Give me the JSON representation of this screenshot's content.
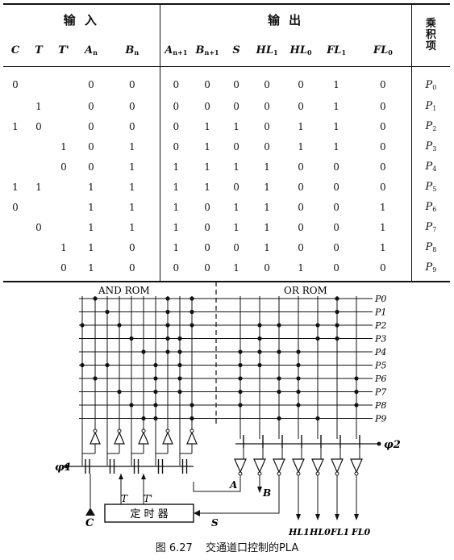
{
  "table": {
    "group_input": "输  入",
    "group_output": "输    出",
    "group_product": [
      "乘",
      "积",
      "项"
    ],
    "input_columns": [
      "C",
      "T",
      "T'",
      "An",
      "Bn"
    ],
    "output_columns": [
      "An+1",
      "Bn+1",
      "S",
      "HL1",
      "HL0",
      "FL1",
      "FL0"
    ],
    "rows": [
      {
        "inputs": [
          "0",
          "",
          "",
          "0",
          "0"
        ],
        "outputs": [
          "0",
          "0",
          "0",
          "0",
          "0",
          "1",
          "0"
        ],
        "term": "P0"
      },
      {
        "inputs": [
          "",
          "1",
          "",
          "0",
          "0"
        ],
        "outputs": [
          "0",
          "0",
          "0",
          "0",
          "0",
          "1",
          "0"
        ],
        "term": "P1"
      },
      {
        "inputs": [
          "1",
          "0",
          "",
          "0",
          "0"
        ],
        "outputs": [
          "0",
          "1",
          "1",
          "0",
          "1",
          "1",
          "0"
        ],
        "term": "P2"
      },
      {
        "inputs": [
          "",
          "",
          "1",
          "0",
          "1"
        ],
        "outputs": [
          "0",
          "1",
          "0",
          "0",
          "1",
          "1",
          "0"
        ],
        "term": "P3"
      },
      {
        "inputs": [
          "",
          "",
          "0",
          "0",
          "1"
        ],
        "outputs": [
          "1",
          "1",
          "1",
          "1",
          "0",
          "0",
          "0"
        ],
        "term": "P4"
      },
      {
        "inputs": [
          "1",
          "1",
          "",
          "1",
          "1"
        ],
        "outputs": [
          "1",
          "1",
          "0",
          "1",
          "0",
          "0",
          "0"
        ],
        "term": "P5"
      },
      {
        "inputs": [
          "0",
          "",
          "",
          "1",
          "1"
        ],
        "outputs": [
          "1",
          "0",
          "1",
          "1",
          "0",
          "0",
          "1"
        ],
        "term": "P6"
      },
      {
        "inputs": [
          "",
          "0",
          "",
          "1",
          "1"
        ],
        "outputs": [
          "1",
          "0",
          "1",
          "1",
          "0",
          "0",
          "1"
        ],
        "term": "P7"
      },
      {
        "inputs": [
          "",
          "",
          "1",
          "1",
          "0"
        ],
        "outputs": [
          "1",
          "0",
          "0",
          "1",
          "0",
          "0",
          "1"
        ],
        "term": "P8"
      },
      {
        "inputs": [
          "",
          "",
          "0",
          "1",
          "0"
        ],
        "outputs": [
          "0",
          "0",
          "1",
          "0",
          "1",
          "0",
          "0"
        ],
        "term": "P9"
      }
    ]
  },
  "diagram": {
    "and_label": "AND ROM",
    "or_label": "OR ROM",
    "product_terms": [
      "P0",
      "P1",
      "P2",
      "P3",
      "P4",
      "P5",
      "P6",
      "P7",
      "P8",
      "P9"
    ],
    "phi1": "φ1",
    "phi2": "φ2",
    "input_C": "C",
    "input_T": "T",
    "input_Tp": "T'",
    "feedback_A": "A",
    "feedback_B": "B",
    "timer_label": "定  时  器",
    "signal_S": "S",
    "outputs": [
      "HL1",
      "HL0",
      "FL1",
      "FL0"
    ]
  },
  "caption": {
    "figure_number": "图 6.27",
    "title": "交通道口控制的PLA"
  }
}
